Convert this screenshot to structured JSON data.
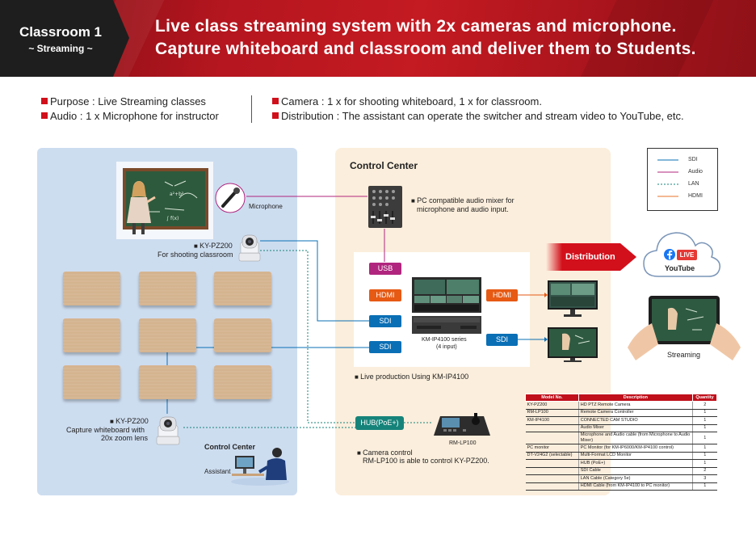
{
  "header": {
    "badge_title": "Classroom 1",
    "badge_subtitle": "~ Streaming ~",
    "headline_1": "Live class streaming system with 2x cameras and microphone.",
    "headline_2": "Capture whiteboard and classroom and deliver them to Students.",
    "colors": {
      "brand_red": "#c41a22",
      "badge_dark": "#1e1e1e"
    }
  },
  "bullets": {
    "purpose": "Purpose : Live Streaming classes",
    "audio": "Audio : 1 x Microphone for instructor",
    "camera": "Camera : 1 x for shooting whiteboard, 1 x for classroom.",
    "distribution": "Distribution : The assistant can operate the switcher and stream video to YouTube, etc."
  },
  "classroom": {
    "microphone_label": "Microphone",
    "camera1_model": "KY-PZ200",
    "camera1_desc": "For shooting classroom",
    "camera2_model": "KY-PZ200",
    "camera2_desc_1": "Capture whiteboard with",
    "camera2_desc_2": "20x zoom lens",
    "control_center": "Control Center",
    "assistant": "Assistant"
  },
  "control_center": {
    "title": "Control Center",
    "mixer_label_1": "PC compatible audio mixer for",
    "mixer_label_2": "microphone and audio input.",
    "inputs": {
      "usb": "USB",
      "hdmi_in": "HDMI",
      "sdi_1": "SDI",
      "sdi_2": "SDI"
    },
    "outputs": {
      "hdmi_out": "HDMI",
      "sdi_out": "SDI"
    },
    "switcher_label_1": "KM-IP4100 series",
    "switcher_label_2": "(4 input)",
    "production_label": "Live production Using KM-IP4100",
    "hub_label": "HUB(PoE+)",
    "controller_label": "RM-LP100",
    "camera_control_1": "Camera control",
    "camera_control_2": "RM-LP100 is able to control KY-PZ200."
  },
  "distribution": {
    "label": "Distribution",
    "live_badge": "LIVE",
    "platform": "YouTube",
    "streaming": "Streaming"
  },
  "legend": {
    "items": [
      {
        "label": "SDI",
        "color": "#0a6fb5",
        "style": "solid"
      },
      {
        "label": "Audio",
        "color": "#b0257e",
        "style": "solid"
      },
      {
        "label": "LAN",
        "color": "#16837a",
        "style": "dotted"
      },
      {
        "label": "HDMI",
        "color": "#e8732a",
        "style": "solid"
      }
    ]
  },
  "tag_colors": {
    "usb": "#b0257e",
    "hdmi": "#e65a14",
    "sdi": "#0a6fb5",
    "hub": "#16837a"
  },
  "equipment_table": {
    "headers": [
      "Model No.",
      "Description",
      "Quantity"
    ],
    "rows": [
      [
        "KY-PZ200",
        "HD PTZ Remote Camera",
        "2"
      ],
      [
        "RM-LP100",
        "Remote Camera Controller",
        "1"
      ],
      [
        "KM-IP4100",
        "CONNECTED CAM STUDIO",
        "1"
      ],
      [
        "",
        "Audio Mixer",
        "1"
      ],
      [
        "",
        "Microphone and Audio cable (from Microphone to Audio Mixer)",
        "1"
      ],
      [
        "PC monitor",
        "PC Monitor (for KM-IP6000/KM-IP4100 control)",
        "1"
      ],
      [
        "DT-V24G2 (selectable)",
        "Multi-Format LCD Monitor",
        "1"
      ],
      [
        "",
        "HUB (PoE+)",
        "1"
      ],
      [
        "",
        "SDI Cable",
        "2"
      ],
      [
        "",
        "LAN Cable (Category 5e)",
        "3"
      ],
      [
        "",
        "HDMI Cable (from KM-IP4100 to PC monitor)",
        "1"
      ]
    ]
  }
}
